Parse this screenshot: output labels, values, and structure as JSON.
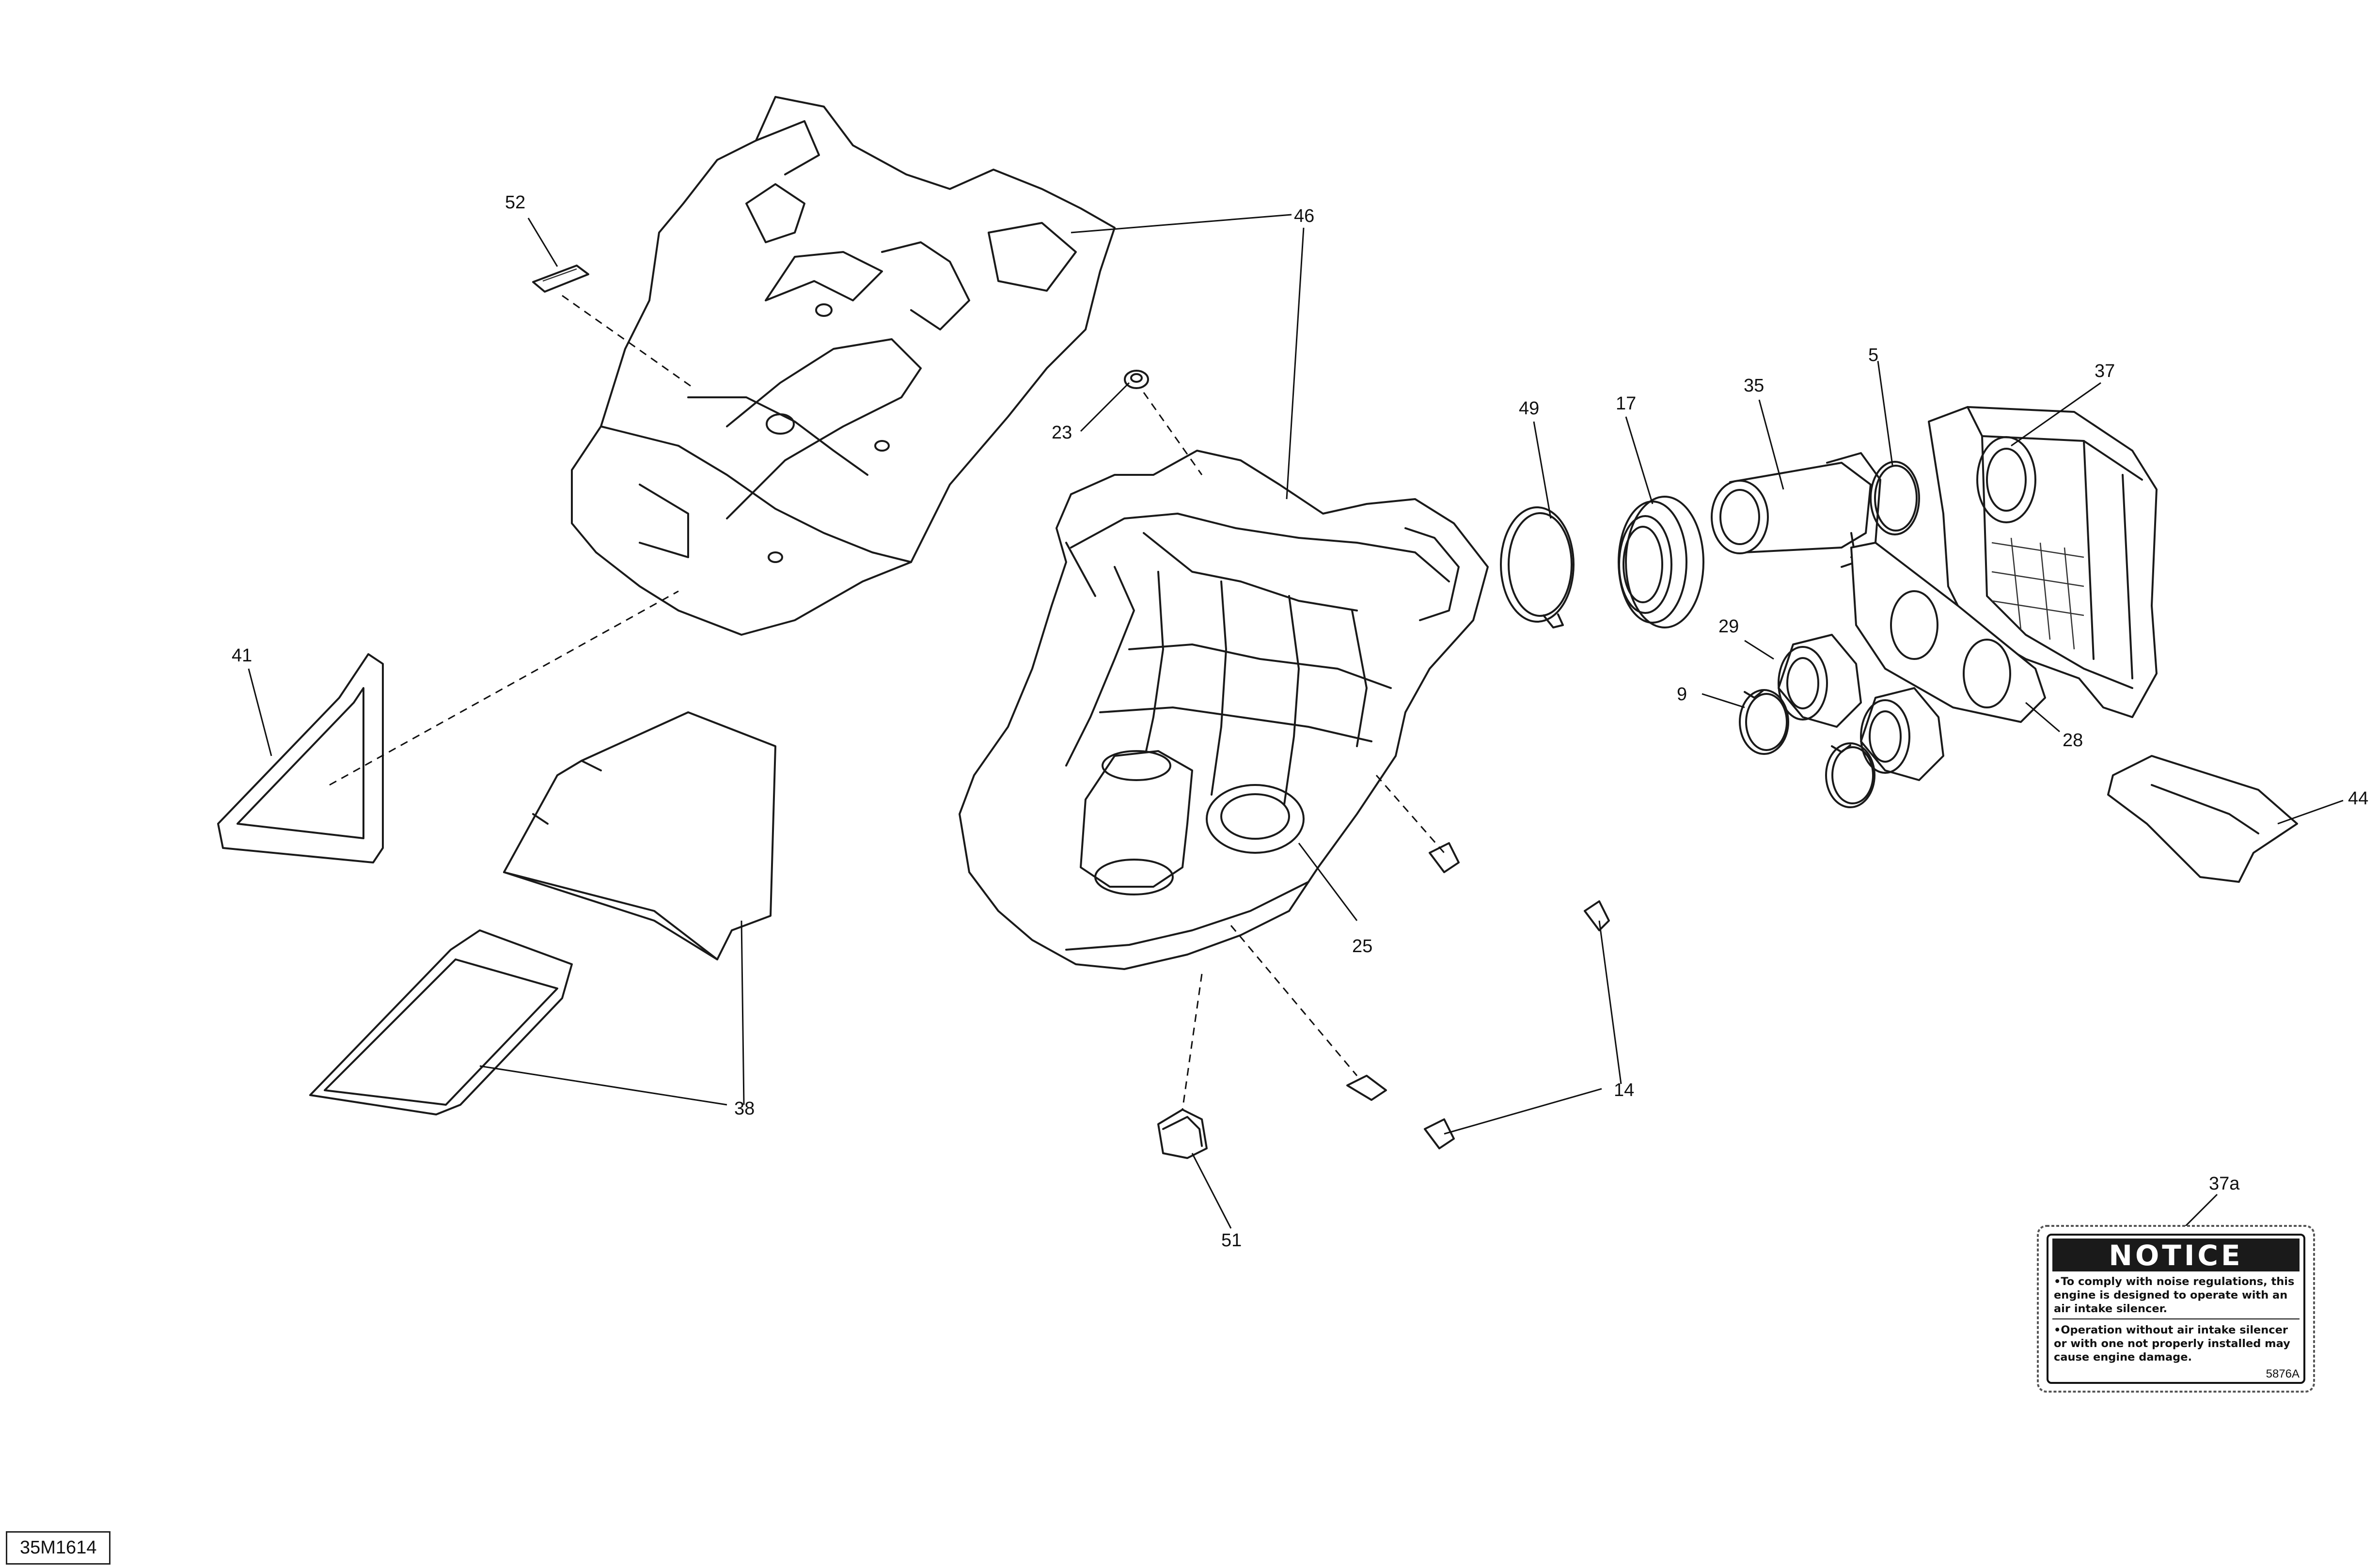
{
  "drawing_ref": "35M1614",
  "callouts": {
    "c52": "52",
    "c46": "46",
    "c23": "23",
    "c49": "49",
    "c17": "17",
    "c35": "35",
    "c5": "5",
    "c37": "37",
    "c41": "41",
    "c29": "29",
    "c9": "9",
    "c28": "28",
    "c44": "44",
    "c25": "25",
    "c14": "14",
    "c38": "38",
    "c51": "51",
    "c37a": "37a"
  },
  "notice_label": {
    "title": "NOTICE",
    "lines": [
      "•To comply with noise regulations, this",
      "engine is designed to operate with an",
      "air intake silencer.",
      "•Operation without air intake silencer",
      "or with one not properly installed may",
      "cause engine damage."
    ],
    "code": "5876A"
  }
}
